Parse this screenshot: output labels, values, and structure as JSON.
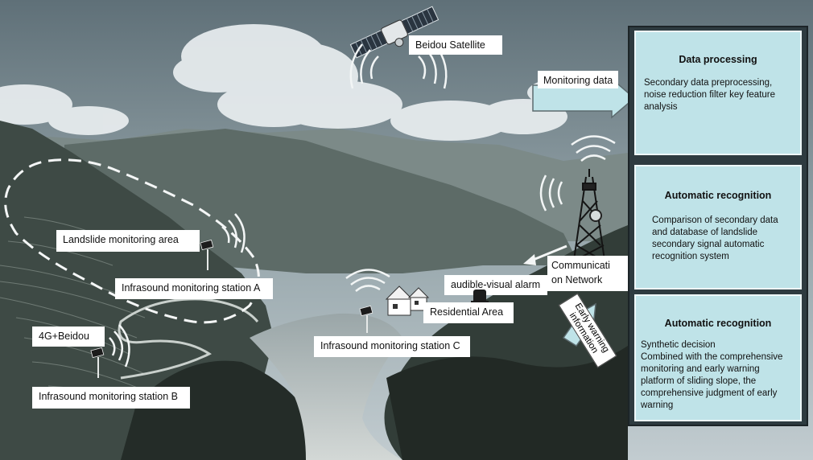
{
  "labels": {
    "satellite": "Beidou Satellite",
    "monitoring_data": "Monitoring data",
    "landslide_area": "Landslide monitoring area",
    "station_a": "Infrasound monitoring station A",
    "station_b": "Infrasound monitoring station B",
    "station_c": "Infrasound monitoring station C",
    "g4_beidou": "4G+Beidou",
    "alarm": "audible-visual alarm",
    "residential": "Residential Area",
    "comm_line1": "Communicati",
    "comm_line2": "on Network",
    "early_line1": "Early warning",
    "early_line2": "information"
  },
  "panels": {
    "data_processing": {
      "title": "Data processing",
      "body": "Secondary data preprocessing, noise reduction filter key feature analysis"
    },
    "recognition_1": {
      "title": "Automatic recognition",
      "body": "Comparison of secondary data and database of landslide secondary signal automatic recognition system"
    },
    "recognition_2": {
      "title": "Automatic recognition",
      "body_line1": "Synthetic decision",
      "body_line2": "Combined with the comprehensive monitoring and early warning platform of sliding slope, the comprehensive judgment of early warning"
    }
  },
  "colors": {
    "panel_fill": "#bfe3e8",
    "panel_frame": "#2e3b40",
    "arrow_fill": "#bfe3e8"
  },
  "icons": [
    "satellite-icon",
    "communication-tower-icon",
    "house-icon",
    "monitoring-station-icon",
    "signal-wave-icon",
    "arrow-icon"
  ]
}
